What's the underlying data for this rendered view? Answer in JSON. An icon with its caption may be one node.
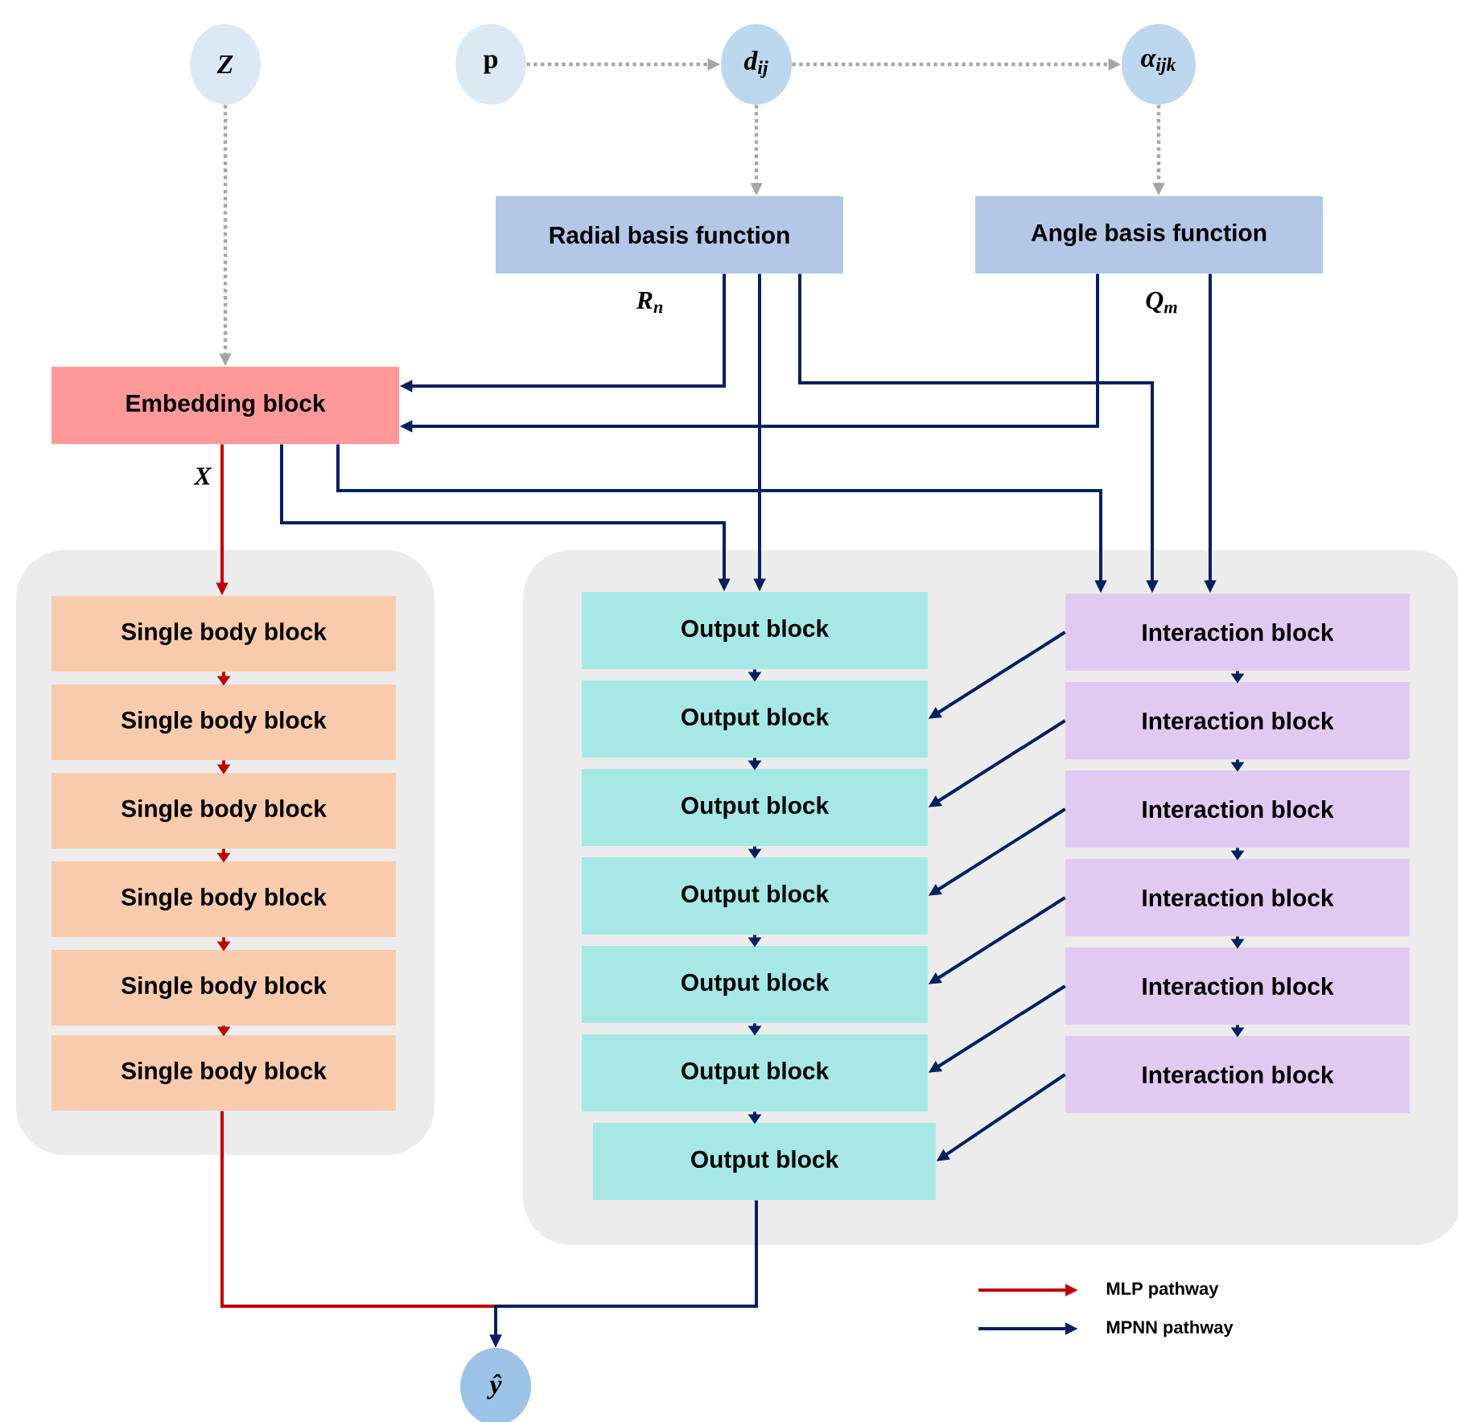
{
  "diagram": {
    "nodes": [
      {
        "text": [
          "Z"
        ]
      },
      {
        "text": [
          "p"
        ]
      },
      {
        "text": [
          "d$_{ij}$"
        ]
      },
      {
        "text": [
          "α$_{ijk}$"
        ]
      },
      {
        "text": [
          "Radial basis function"
        ],
        "beside": [
          "R$_{n}$"
        ]
      },
      {
        "text": [
          "Angle basis function"
        ],
        "beside": [
          "Q$_{m}$"
        ]
      },
      {
        "text": [
          "Embedding block"
        ],
        "beside": [
          "X"
        ]
      },
      {
        "text": [],
        "shape": "box"
      },
      {
        "text": [
          "Single body block"
        ],
        "in": 7
      },
      {
        "text": [
          "Single body block"
        ],
        "in": 7
      },
      {
        "text": [
          "Single body block"
        ],
        "in": 7
      },
      {
        "text": [
          "Single body block"
        ],
        "in": 7
      },
      {
        "text": [
          "Single body block"
        ],
        "in": 7
      },
      {
        "text": [
          "Single body block"
        ],
        "in": 7
      },
      {
        "text": [],
        "shape": "box"
      },
      {
        "text": [
          "Output block"
        ],
        "in": 14
      },
      {
        "text": [
          "Output block"
        ],
        "in": 14
      },
      {
        "text": [
          "Output block"
        ],
        "in": 14
      },
      {
        "text": [
          "Output block"
        ],
        "in": 14
      },
      {
        "text": [
          "Output block"
        ],
        "in": 14
      },
      {
        "text": [
          "Output block"
        ],
        "in": 14
      },
      {
        "text": [
          "Output block"
        ],
        "in": 14
      },
      {
        "text": [
          "Interaction block"
        ],
        "in": 14
      },
      {
        "text": [
          "Interaction block"
        ],
        "in": 14
      },
      {
        "text": [
          "Interaction block"
        ],
        "in": 14
      },
      {
        "text": [
          "Interaction block"
        ],
        "in": 14
      },
      {
        "text": [
          "Interaction block"
        ],
        "in": 14
      },
      {
        "text": [
          "Interaction block"
        ],
        "in": 14
      },
      {
        "text": [
          "ŷ"
        ]
      }
    ],
    "edges": [
      {
        "from": 1,
        "to": 2,
        "arrow": "to",
        "style": "dashed",
        "color": "#a6a6a6"
      },
      {
        "from": 2,
        "to": 3,
        "arrow": "to",
        "style": "dashed",
        "color": "#a6a6a6"
      },
      {
        "from": 0,
        "to": 6,
        "arrow": "to",
        "style": "dashed",
        "color": "#a6a6a6"
      },
      {
        "from": 2,
        "to": 4,
        "arrow": "to",
        "style": "dashed",
        "color": "#a6a6a6"
      },
      {
        "from": 3,
        "to": 5,
        "arrow": "to",
        "style": "dashed",
        "color": "#a6a6a6"
      },
      {
        "from": 4,
        "to": 6,
        "arrow": "to"
      },
      {
        "from": 5,
        "to": 6,
        "arrow": "to"
      },
      {
        "from": 4,
        "to": 15,
        "arrow": "to"
      },
      {
        "from": 4,
        "to": 22,
        "arrow": "to"
      },
      {
        "from": 5,
        "to": 22,
        "arrow": "to"
      },
      {
        "from": 6,
        "to": 15,
        "arrow": "to"
      },
      {
        "from": 6,
        "to": 22,
        "arrow": "to"
      },
      {
        "from": 6,
        "to": 8,
        "arrow": "to",
        "color": "#c00000"
      },
      {
        "from": 8,
        "to": 9,
        "arrow": "to",
        "color": "#c00000"
      },
      {
        "from": 9,
        "to": 10,
        "arrow": "to",
        "color": "#c00000"
      },
      {
        "from": 10,
        "to": 11,
        "arrow": "to",
        "color": "#c00000"
      },
      {
        "from": 11,
        "to": 12,
        "arrow": "to",
        "color": "#c00000"
      },
      {
        "from": 12,
        "to": 13,
        "arrow": "to",
        "color": "#c00000"
      },
      {
        "from": 15,
        "to": 16,
        "arrow": "to"
      },
      {
        "from": 16,
        "to": 17,
        "arrow": "to"
      },
      {
        "from": 17,
        "to": 18,
        "arrow": "to"
      },
      {
        "from": 18,
        "to": 19,
        "arrow": "to"
      },
      {
        "from": 19,
        "to": 20,
        "arrow": "to"
      },
      {
        "from": 20,
        "to": 21,
        "arrow": "to"
      },
      {
        "from": 22,
        "to": 23,
        "arrow": "to"
      },
      {
        "from": 23,
        "to": 24,
        "arrow": "to"
      },
      {
        "from": 24,
        "to": 25,
        "arrow": "to"
      },
      {
        "from": 25,
        "to": 26,
        "arrow": "to"
      },
      {
        "from": 26,
        "to": 27,
        "arrow": "to"
      },
      {
        "from": 22,
        "to": 16,
        "arrow": "to"
      },
      {
        "from": 23,
        "to": 17,
        "arrow": "to"
      },
      {
        "from": 24,
        "to": 18,
        "arrow": "to"
      },
      {
        "from": 25,
        "to": 19,
        "arrow": "to"
      },
      {
        "from": 26,
        "to": 20,
        "arrow": "to"
      },
      {
        "from": 27,
        "to": 21,
        "arrow": "to"
      },
      {
        "from": 13,
        "to": 28,
        "arrow": "to",
        "color": "#c00000"
      },
      {
        "from": 21,
        "to": 28,
        "arrow": "to"
      }
    ],
    "legend": [
      {
        "text": "MLP pathway"
      },
      {
        "text": "MPNN pathway"
      }
    ]
  }
}
